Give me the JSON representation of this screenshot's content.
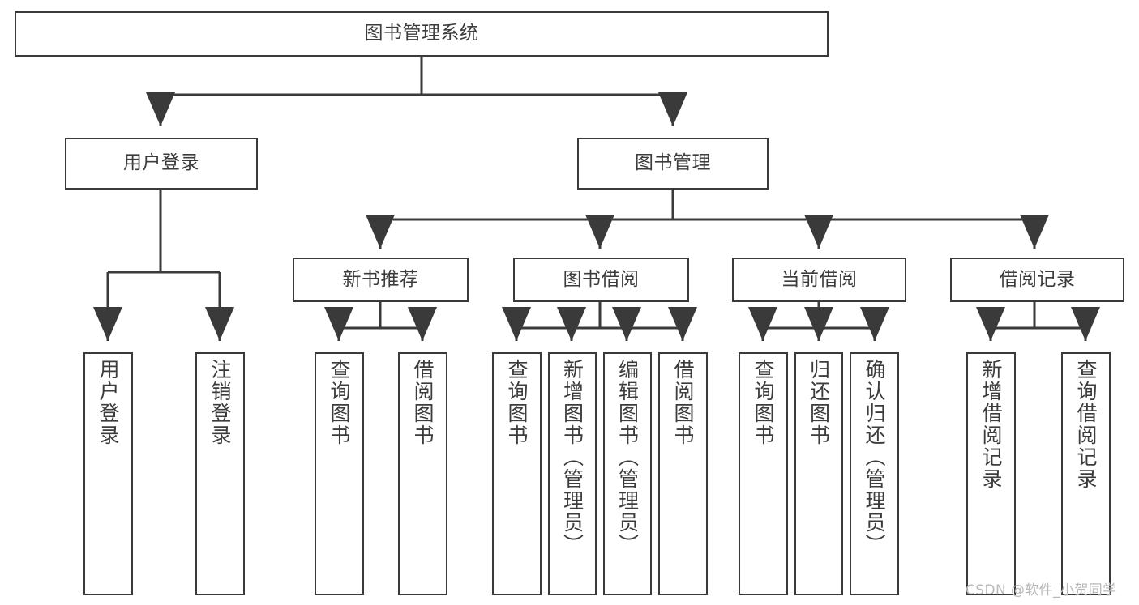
{
  "diagram": {
    "type": "hierarchy-tree",
    "title": "图书管理系统",
    "orientation": "top-down",
    "levels": 4,
    "root": {
      "id": "root",
      "label": "图书管理系统"
    },
    "level2": [
      {
        "id": "user-login",
        "label": "用户登录"
      },
      {
        "id": "book-manage",
        "label": "图书管理"
      }
    ],
    "level3": [
      {
        "id": "new-book-recommend",
        "label": "新书推荐",
        "parent": "book-manage"
      },
      {
        "id": "book-borrow",
        "label": "图书借阅",
        "parent": "book-manage"
      },
      {
        "id": "current-borrow",
        "label": "当前借阅",
        "parent": "book-manage"
      },
      {
        "id": "borrow-record",
        "label": "借阅记录",
        "parent": "book-manage"
      }
    ],
    "leaves": {
      "user_login": [
        {
          "id": "leaf-user-login",
          "label": "用户登录"
        },
        {
          "id": "leaf-logout-login",
          "label": "注销登录"
        }
      ],
      "new_book_recommend": [
        {
          "id": "leaf-query-book-1",
          "label": "查询图书"
        },
        {
          "id": "leaf-borrow-book-1",
          "label": "借阅图书"
        }
      ],
      "book_borrow": [
        {
          "id": "leaf-query-book-2",
          "label": "查询图书"
        },
        {
          "id": "leaf-add-book",
          "label": "新增图书（管理员）"
        },
        {
          "id": "leaf-edit-book",
          "label": "编辑图书（管理员）"
        },
        {
          "id": "leaf-borrow-book-2",
          "label": "借阅图书"
        }
      ],
      "current_borrow": [
        {
          "id": "leaf-query-book-3",
          "label": "查询图书"
        },
        {
          "id": "leaf-return-book",
          "label": "归还图书"
        },
        {
          "id": "leaf-confirm-return",
          "label": "确认归还（管理员）"
        }
      ],
      "borrow_record": [
        {
          "id": "leaf-add-record",
          "label": "新增借阅记录"
        },
        {
          "id": "leaf-query-record",
          "label": "查询借阅记录"
        }
      ]
    }
  },
  "watermark": {
    "text": "CSDN @软件_小贺同学"
  },
  "colors": {
    "background": "#ffffff",
    "box_border": "#3a3a3a",
    "box_fill": "#ffffff",
    "text": "#3c3c3c",
    "connector": "#3a3a3a",
    "watermark": "#b9b9b9"
  }
}
